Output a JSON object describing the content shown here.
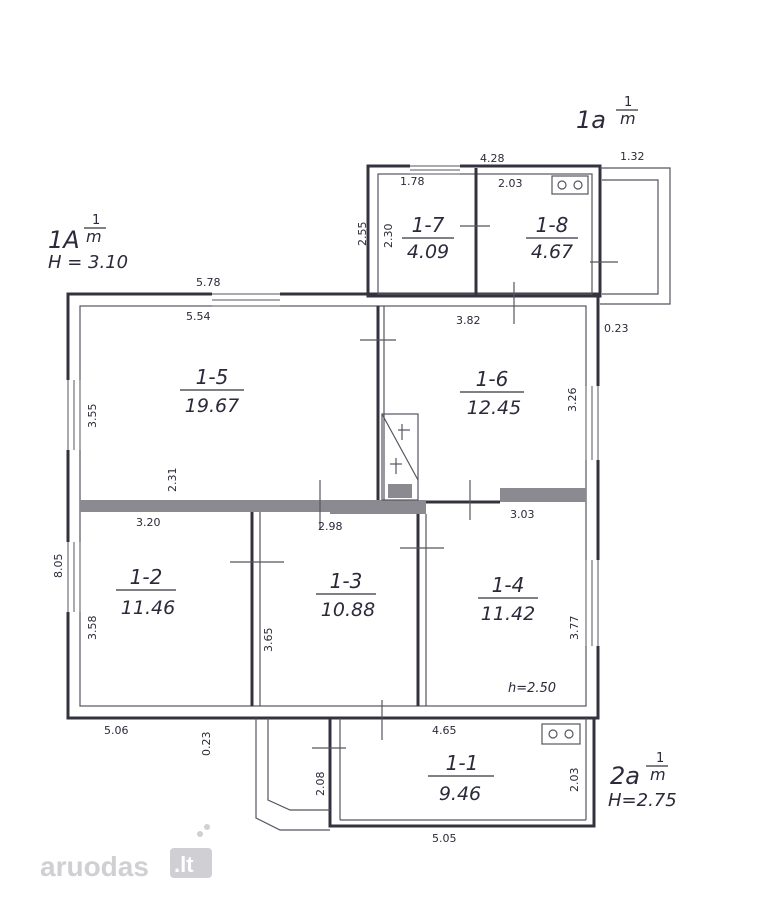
{
  "building_label": "1a",
  "building_label_sup": "1",
  "building_label_sub": "m",
  "floor_label": "1A",
  "floor_label_sup": "1",
  "floor_label_sub": "m",
  "floor_height": "H = 3.10",
  "annex_label": "2a",
  "annex_label_sup": "1",
  "annex_label_sub": "m",
  "annex_height": "H=2.75",
  "room_height_note": "h=2.50",
  "rooms": {
    "r1_1": {
      "id": "1-1",
      "area": "9.46"
    },
    "r1_2": {
      "id": "1-2",
      "area": "11.46"
    },
    "r1_3": {
      "id": "1-3",
      "area": "10.88"
    },
    "r1_4": {
      "id": "1-4",
      "area": "11.42"
    },
    "r1_5": {
      "id": "1-5",
      "area": "19.67"
    },
    "r1_6": {
      "id": "1-6",
      "area": "12.45"
    },
    "r1_7": {
      "id": "1-7",
      "area": "4.09"
    },
    "r1_8": {
      "id": "1-8",
      "area": "4.67"
    }
  },
  "dims": {
    "d_428": "4.28",
    "d_132": "1.32",
    "d_178": "1.78",
    "d_203_top": "2.03",
    "d_255": "2.55",
    "d_230": "2.30",
    "d_578": "5.78",
    "d_554": "5.54",
    "d_382": "3.82",
    "d_023_right": "0.23",
    "d_355": "3.55",
    "d_326": "3.26",
    "d_231": "2.31",
    "d_320": "3.20",
    "d_298": "2.98",
    "d_303": "3.03",
    "d_805": "8.05",
    "d_358": "3.58",
    "d_365": "3.65",
    "d_377": "3.77",
    "d_506": "5.06",
    "d_023_bottom": "0.23",
    "d_465": "4.65",
    "d_208": "2.08",
    "d_203_bottom": "2.03",
    "d_505": "5.05"
  },
  "watermark": "aruodas",
  "watermark_tld": ".lt"
}
